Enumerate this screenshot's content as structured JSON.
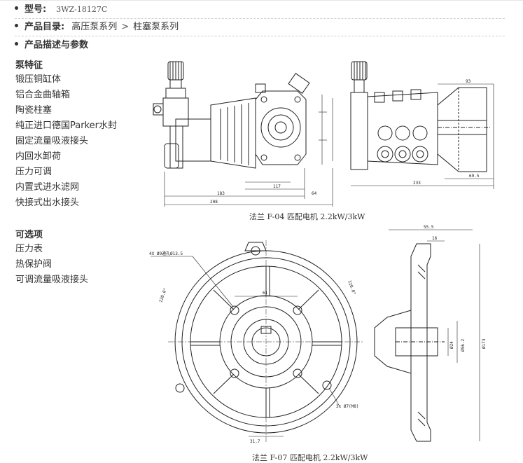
{
  "product": {
    "model_label": "型号:",
    "model_value": "3WZ-18127C",
    "catalog_label": "产品目录:",
    "catalog_path": [
      "高压泵系列",
      "柱塞泵系列"
    ],
    "catalog_sep": ">",
    "desc_label": "产品描述与参数"
  },
  "features": {
    "title": "泵特征",
    "items": [
      "锻压铜缸体",
      "铝合金曲轴箱",
      "陶瓷柱塞",
      "纯正进口德国Parker水封",
      "固定流量吸液接头",
      "内回水卸荷",
      "压力可调",
      "内置式进水滤网",
      "快接式出水接头"
    ]
  },
  "options": {
    "title": "可选项",
    "items": [
      "压力表",
      "热保护阀",
      "可调流量吸液接头"
    ]
  },
  "figures": {
    "f04_caption": "法兰 F-04 匹配电机 2.2kW/3kW",
    "f07_caption": "法兰 F-07 匹配电机 2.2kW/3kW",
    "dims_f04": {
      "d183": "183",
      "d208": "208",
      "d117": "117",
      "d64": "64",
      "d233": "233",
      "d93": "93",
      "d695": "69.5"
    },
    "dims_f07": {
      "holes": "4X Ø9通孔Ø13.5",
      "a120a": "120.0°",
      "a120b": "120.0°",
      "d61": "61",
      "d555": "55.5",
      "d16": "16",
      "d173": "Ø173",
      "d562": "Ø56.2",
      "d24": "Ø24",
      "d317": "31.7",
      "thread": "3x Ø7(M8)"
    }
  },
  "colors": {
    "text": "#333333",
    "line": "#222222",
    "rule": "#cfcfcf"
  }
}
